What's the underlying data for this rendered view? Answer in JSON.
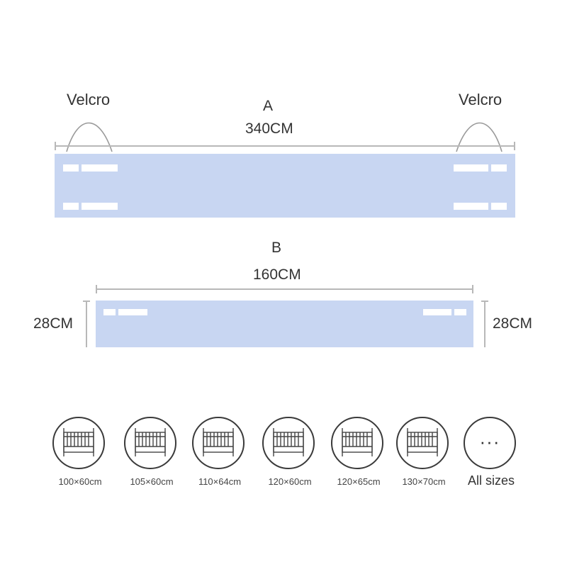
{
  "diagram": {
    "velcro_left": "Velcro",
    "velcro_right": "Velcro",
    "panel_a": {
      "letter": "A",
      "length": "340CM"
    },
    "panel_b": {
      "letter": "B",
      "length": "160CM",
      "height_left": "28CM",
      "height_right": "28CM"
    },
    "colors": {
      "panel": "#c8d6f2",
      "strap": "#ffffff",
      "line": "#b8b8b8"
    }
  },
  "sizes": [
    {
      "label": "100×60cm",
      "icon": "crib-icon"
    },
    {
      "label": "105×60cm",
      "icon": "crib-icon"
    },
    {
      "label": "110×64cm",
      "icon": "crib-icon"
    },
    {
      "label": "120×60cm",
      "icon": "crib-icon"
    },
    {
      "label": "120×65cm",
      "icon": "crib-icon"
    },
    {
      "label": "130×70cm",
      "icon": "crib-icon"
    },
    {
      "label": "All sizes",
      "icon": "ellipsis-icon",
      "dots": "···"
    }
  ]
}
